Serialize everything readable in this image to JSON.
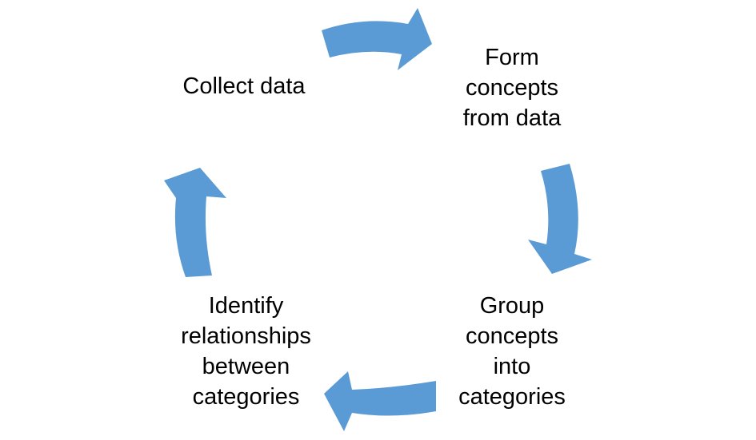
{
  "diagram": {
    "type": "cycle",
    "arrow_color": "#5b9bd5",
    "text_color": "#000000",
    "background": "#ffffff",
    "steps": [
      {
        "id": "collect",
        "label": "Collect data"
      },
      {
        "id": "form",
        "label": "Form\nconcepts\nfrom data"
      },
      {
        "id": "group",
        "label": "Group\nconcepts\ninto\ncategories"
      },
      {
        "id": "identify",
        "label": "Identify\nrelationships\nbetween\ncategories"
      }
    ],
    "connectors": [
      {
        "from": "collect",
        "to": "form"
      },
      {
        "from": "form",
        "to": "group"
      },
      {
        "from": "group",
        "to": "identify"
      },
      {
        "from": "identify",
        "to": "collect"
      }
    ]
  }
}
